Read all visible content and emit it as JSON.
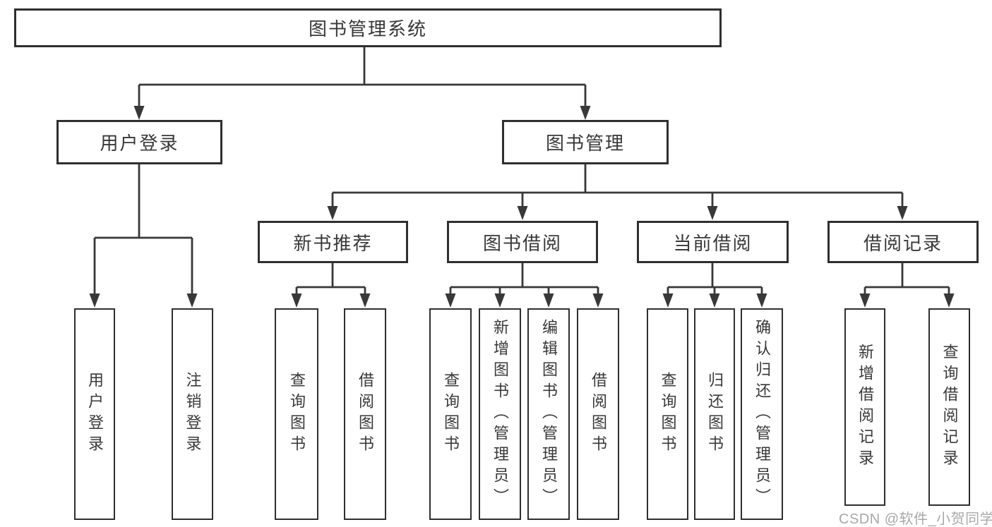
{
  "diagram": {
    "root": {
      "label": "图书管理系统"
    },
    "branches": [
      {
        "label": "用户登录",
        "children": [
          {
            "label": "用户登录"
          },
          {
            "label": "注销登录"
          }
        ]
      },
      {
        "label": "图书管理",
        "children": [
          {
            "label": "新书推荐",
            "children": [
              {
                "label": "查询图书"
              },
              {
                "label": "借阅图书"
              }
            ]
          },
          {
            "label": "图书借阅",
            "children": [
              {
                "label": "查询图书"
              },
              {
                "label": "新增图书（管理员）"
              },
              {
                "label": "编辑图书（管理员）"
              },
              {
                "label": "借阅图书"
              }
            ]
          },
          {
            "label": "当前借阅",
            "children": [
              {
                "label": "查询图书"
              },
              {
                "label": "归还图书"
              },
              {
                "label": "确认归还（管理员）"
              }
            ]
          },
          {
            "label": "借阅记录",
            "children": [
              {
                "label": "新增借阅记录"
              },
              {
                "label": "查询借阅记录"
              }
            ]
          }
        ]
      }
    ]
  },
  "colors": {
    "line": "#383838",
    "border": "#2f2f2f",
    "text": "#383838",
    "watermark": "#a8a8a8",
    "background": "#ffffff"
  },
  "watermark": {
    "text": "CSDN @软件_小贺同学"
  }
}
